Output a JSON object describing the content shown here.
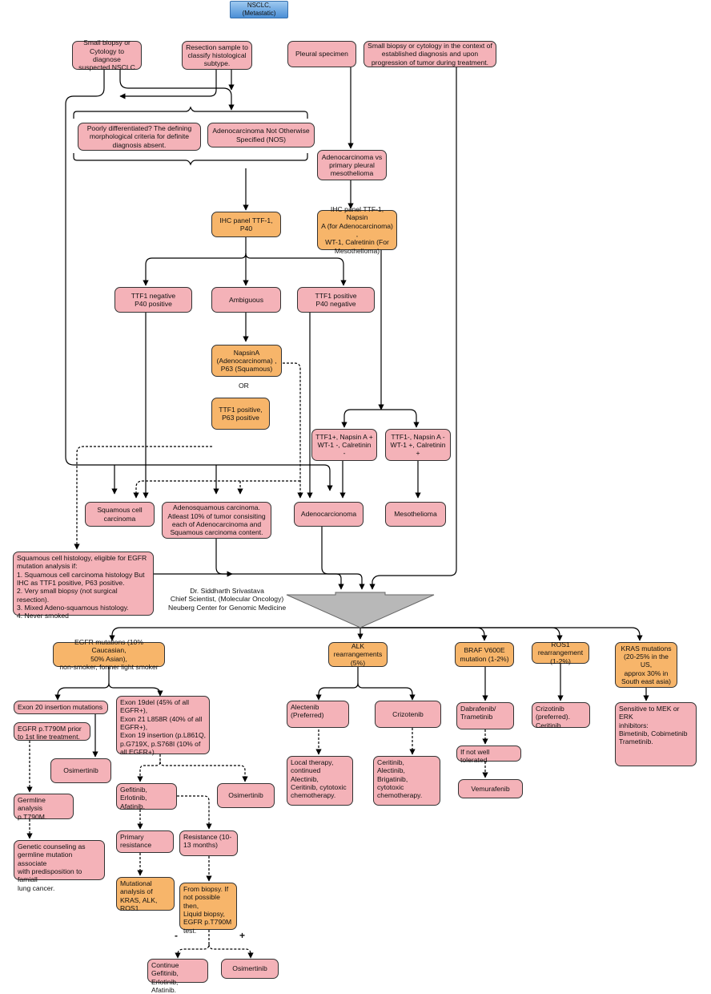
{
  "nodes": {
    "n1": "NSCLC,\n(Metastatic)",
    "n2": "Small biopsy or\nCytology to diagnose\nsuspected NSCLC",
    "n3": "Resection sample to\nclassify histological\nsubtype.",
    "n4": "Pleural specimen",
    "n5": "Small biopsy or cytology in the context of\nestablished diagnosis and upon\nprogression of tumor during treatment.",
    "n6": "Poorly differentiated? The defining\nmorphological criteria for definite\ndiagnosis absent.",
    "n7": "Adenocarcinoma Not Otherwise\nSpecified (NOS)",
    "n8": "Adenocarcinoma vs\nprimary pleural\nmesothelioma",
    "n9": "IHC panel TTF-1,\nP40",
    "n10": "IHC panel TTF-1, Napsin\nA (for Adenocarcinoma) ,\nWT-1, Calretinin (For\nMesothelioma)",
    "n11": "TTF1 negative\nP40 positive",
    "n12": "Ambiguous",
    "n13": "TTF1 positive\nP40 negative",
    "n14": "NapsinA\n(Adenocarcinoma) ,\nP63 (Squamous)",
    "n15": "TTF1 positive,\nP63 positive",
    "n16": "TTF1+, Napsin A +\nWT-1 -, Calretinin -",
    "n17": "TTF1-, Napsin A -\nWT-1 +, Calretinin +",
    "n18": "Squamous cell\ncarcinoma",
    "n19": "Adenosquamous carcinoma.\nAtleast 10% of tumor consisiting\neach of Adenocarcinoma and\nSquamous carcinoma content.",
    "n20": "Adenocarcionoma",
    "n21": "Mesothelioma",
    "n22": "Squamous cell histology, eligible for EGFR\nmutation analysis if:\n1. Squamous cell carcinoma histology But\nIHC as TTF1 positive, P63 positive.\n2. Very small biopsy (not surgical resection).\n3. Mixed Adeno-squamous histology.\n4. Never smoked",
    "n23": "EGFR mutations (10% Caucasian,\n50% Asian),\nnon-smoker, former light smoker",
    "n24": "ALK\nrearrangements\n(5%)",
    "n25": "BRAF V600E\nmutation (1-2%)",
    "n26": "ROS1\nrearrangement\n(1-2%)",
    "n27": "KRAS mutations\n(20-25% in the US,\napprox 30% in\nSouth east asia)",
    "n28": "Exon 20 insertion mutations",
    "n29": "EGFR p.T790M prior\nto 1st line treatment.",
    "n30": "Exon 19del (45% of all\nEGFR+),\nExon 21 L858R (40% of all\nEGFR+),\nExon 19 insertion (p.L861Q,\np.G719X, p.S768I (10% of\nall EGFR+).",
    "n31": "Alectenib\n(Preferred)",
    "n32": "Crizotenib",
    "n33": "Dabrafenib/\nTrametinib",
    "n34": "Crizotinib\n(preferred).\nCeritinib",
    "n35": "Sensitive to MEK or ERK\ninhibitors:\nBimetinib, Cobimetinib\nTrametinib.",
    "n36": "Osimertinib",
    "n37": "Gefitinib,\nErlotinib, Afatinib.",
    "n38": "Osimertinib",
    "n39": "Local therapy,\ncontinued Alectinib,\nCeritinib, cytotoxic\nchemotherapy.",
    "n40": "Ceritinib,\nAlectinib, Brigatinib,\ncytotoxic\nchemotherapy.",
    "n41": "If not well tolerated",
    "n42": "Vemurafenib",
    "n43": "Germline analysis\np.T790M.",
    "n44": "Primary\nresistance",
    "n45": "Resistance (10-\n13 months)",
    "n46": "Genetic counseling as\ngermline mutation associate\nwith predisposition to famiall\nlung cancer.",
    "n47": "Mutational\nanalysis of\nKRAS, ALK,\nROS1",
    "n48": "From biopsy. If\nnot possible then,\nLiquid biopsy,\nEGFR p.T790M\ntest.",
    "n49": "Continue\nGefitinib,\nErlotinib, Afatinib.",
    "n50": "Osimertinib"
  },
  "labels": {
    "or_label": "OR",
    "minus_label": "-",
    "plus_label": "+",
    "author": "Dr. Siddharth Srivastava\nChief Scientist, (Molecular Oncology)\nNeuberg Center for Genomic Medicine"
  },
  "colors": {
    "pink": "#f4b2b8",
    "orange": "#f7b56a",
    "header_blue": "#6aa8e6",
    "funnel_gray": "#b8b8b8"
  }
}
